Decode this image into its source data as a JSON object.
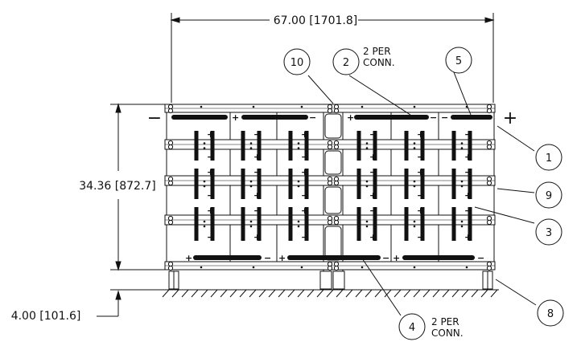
{
  "dimensions": {
    "width": "67.00 [1701.8]",
    "height": "34.36 [872.7]",
    "base_height": "4.00 [101.6]"
  },
  "terminals": {
    "negative": "−",
    "positive": "+"
  },
  "balloons": {
    "b1": "1",
    "b2": "2",
    "b3": "3",
    "b4": "4",
    "b5": "5",
    "b8": "8",
    "b9": "9",
    "b10": "10"
  },
  "notes": {
    "n2_line1": "2 PER",
    "n2_line2": "CONN.",
    "n4_line1": "2 PER",
    "n4_line2": "CONN."
  },
  "cell_signs": {
    "plus": "+",
    "minus": "−"
  }
}
